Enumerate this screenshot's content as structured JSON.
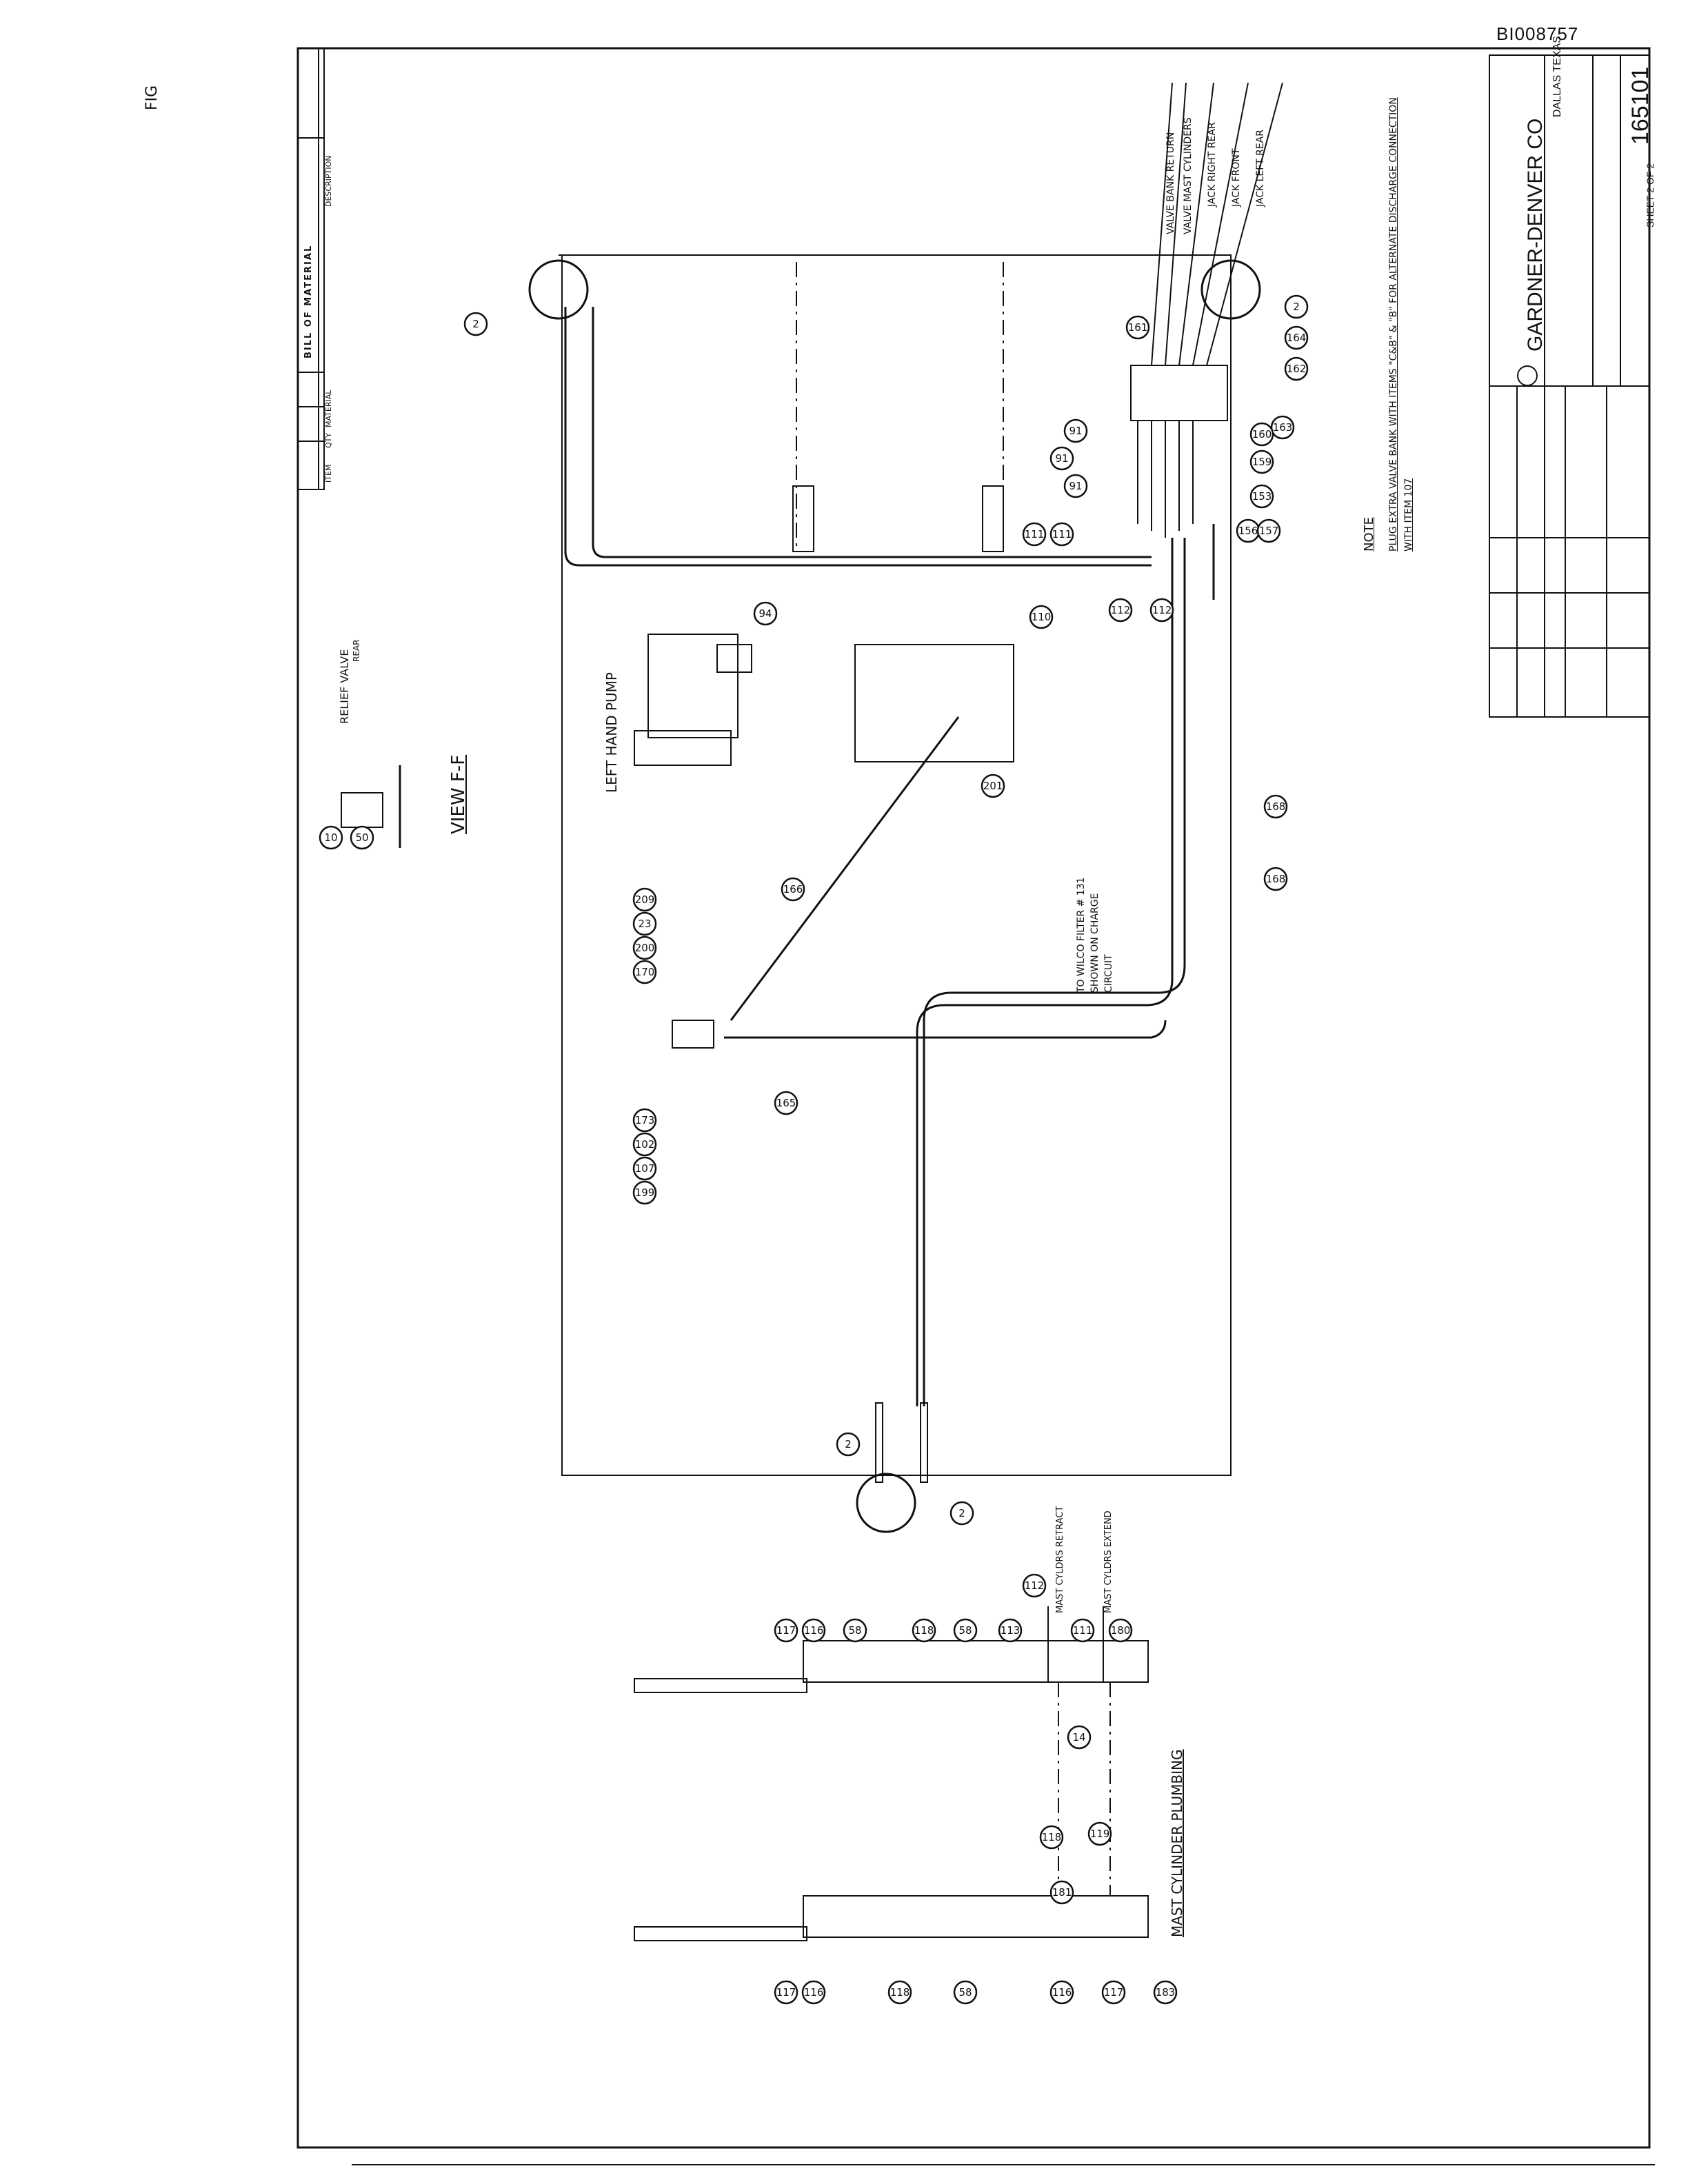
{
  "document": {
    "id": "BI008757",
    "corner_mark": "FIG"
  },
  "title_block": {
    "company": "GARDNER-DENVER CO",
    "city": "DALLAS TEXAS",
    "drawing_number": "165101",
    "sheet": "SHEET 2 OF 2"
  },
  "bill_of_material": {
    "title": "BILL OF MATERIAL",
    "columns": [
      "ITEM",
      "QTY",
      "MATERIAL",
      "DESCRIPTION"
    ]
  },
  "note": {
    "heading": "NOTE",
    "text": "PLUG EXTRA VALVE BANK WITH ITEMS \"C&B\" & \"B\" FOR ALTERNATE DISCHARGE CONNECTION WITH ITEM 107"
  },
  "labels": {
    "view_ff": "VIEW F-F",
    "relief_valve": "RELIEF VALVE",
    "relief_valve_sub": "REAR",
    "left_hand_pump": "LEFT HAND PUMP",
    "wilco_line1": "TO WILCO FILTER # 131",
    "wilco_line2": "SHOWN ON CHARGE",
    "wilco_line3": "CIRCUIT",
    "mast_plumbing": "MAST CYLINDER PLUMBING",
    "mast_retract": "MAST CYLDRS RETRACT",
    "mast_extend": "MAST CYLDRS EXTEND",
    "valve_bank_return": "VALVE BANK RETURN",
    "valve_mast": "VALVE MAST CYLINDERS",
    "jack_right_rear": "JACK RIGHT REAR",
    "jack_front": "JACK FRONT",
    "jack_left_rear": "JACK LEFT REAR"
  },
  "callouts": [
    "2",
    "2",
    "2",
    "2",
    "161",
    "164",
    "162",
    "163",
    "160",
    "159",
    "153",
    "156",
    "157",
    "91",
    "91",
    "91",
    "111",
    "111",
    "110",
    "112",
    "112",
    "94",
    "201",
    "166",
    "168",
    "168",
    "165",
    "170",
    "200",
    "23",
    "209",
    "173",
    "102",
    "107",
    "199",
    "10",
    "50",
    "117",
    "116",
    "58",
    "118",
    "58",
    "113",
    "112",
    "111",
    "180",
    "14",
    "119",
    "118",
    "181",
    "58",
    "118",
    "116",
    "117",
    "116",
    "117",
    "183"
  ]
}
